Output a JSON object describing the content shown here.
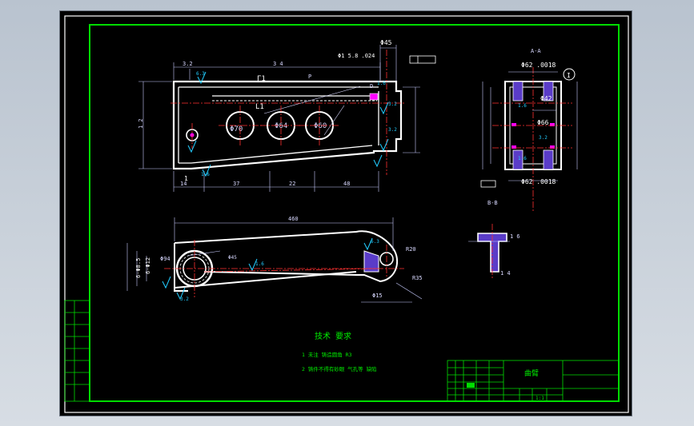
{
  "drawing": {
    "main_view": {
      "dims_top": [
        "3.2",
        "3 4",
        "Φ45",
        "Φ1 5.8 .024"
      ],
      "labels": [
        "Γ1",
        "L1",
        "P",
        "D"
      ],
      "bores": [
        "Φ70",
        "Φ64",
        "Φ60"
      ],
      "dims_bottom": [
        "14",
        "37",
        "22",
        "48"
      ],
      "roughness": [
        "6.3",
        "1.6",
        "3.2",
        "3.2",
        "1.6"
      ],
      "left_mark": "1",
      "left_dim": "1 2"
    },
    "side_view": {
      "title": "A-A",
      "dims": [
        "Φ62 .0018",
        "Φ42",
        "Φ66",
        "Φ62 .0018"
      ],
      "datum": "I",
      "roughness": [
        "1.6",
        "1.6",
        "3.2"
      ]
    },
    "section_view": {
      "title": "B-B",
      "dims": [
        "1 6",
        "1 4"
      ]
    },
    "bottom_view": {
      "dims": [
        "Φ94",
        "Φ45",
        "6-Φ12",
        "6-Φ8.5",
        "460",
        "R20",
        "R35",
        "Φ15"
      ],
      "roughness": [
        "1.6",
        "6.3",
        "3.2"
      ]
    },
    "notes": {
      "title": "技术  要求",
      "lines": [
        "1  未注 铸造圆角 R3",
        "2  铸件不得有砂眼 气孔等 缺陷"
      ]
    },
    "title_block": {
      "name": "曲臂",
      "scale": "1:1"
    }
  }
}
